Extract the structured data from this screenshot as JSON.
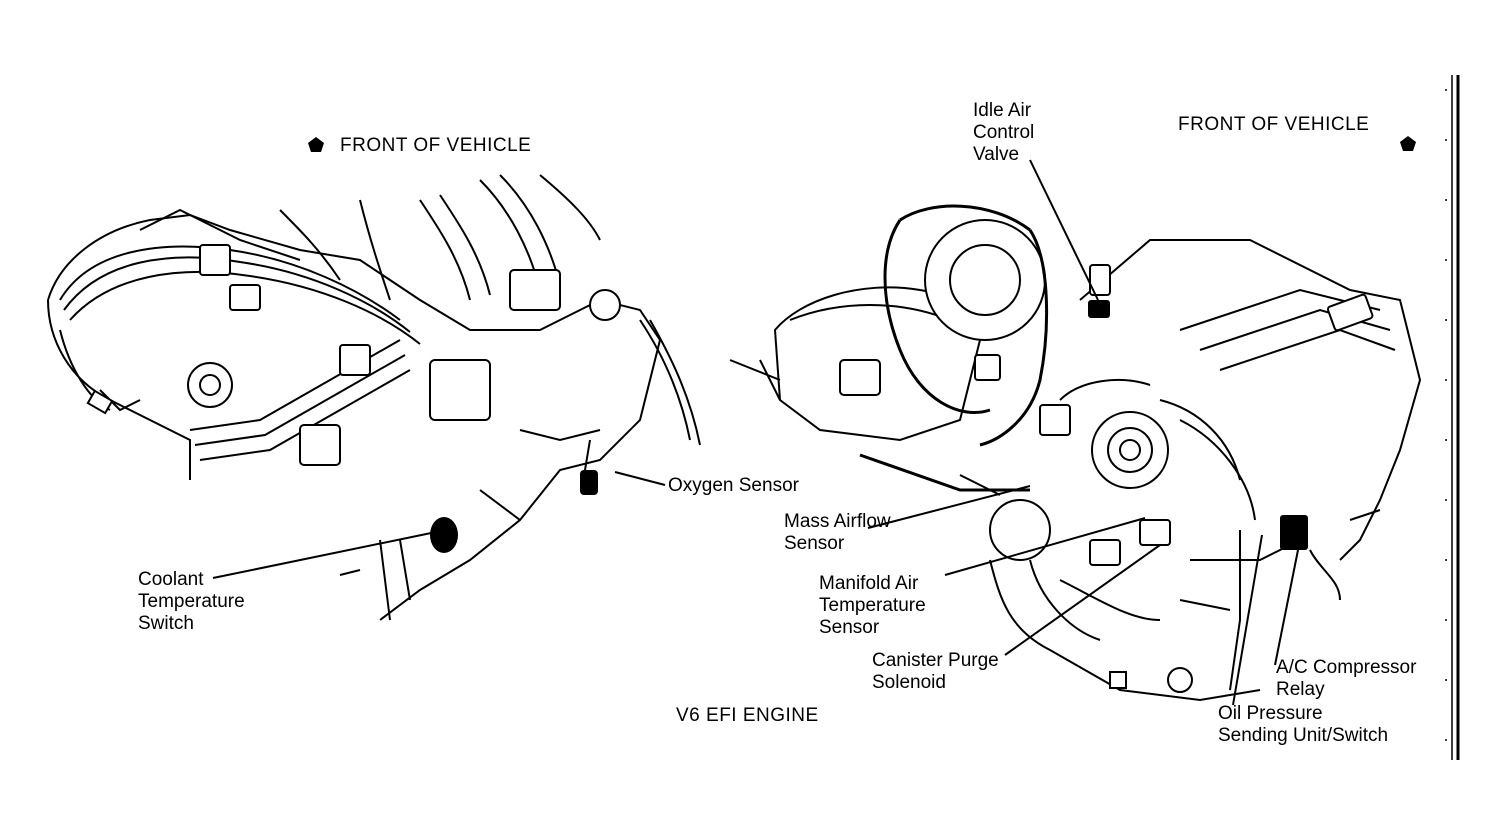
{
  "left": {
    "front_of_vehicle": "FRONT OF VEHICLE",
    "oxygen_sensor": "Oxygen Sensor",
    "coolant_switch": "Coolant\nTemperature\nSwitch"
  },
  "right": {
    "front_of_vehicle": "FRONT OF VEHICLE",
    "idle_air_control_valve": "Idle Air\nControl\nValve",
    "mass_airflow_sensor": "Mass Airflow\nSensor",
    "manifold_air_temp_sensor": "Manifold Air\nTemperature\nSensor",
    "canister_purge_solenoid": "Canister Purge\nSolenoid",
    "ac_compressor_relay": "A/C Compressor\nRelay",
    "oil_pressure_switch": "Oil Pressure\nSending Unit/Switch"
  },
  "caption": "V6 EFI ENGINE",
  "icons": [
    "front-arrow-icon"
  ],
  "colors": {
    "ink": "#000000",
    "paper": "#ffffff"
  }
}
